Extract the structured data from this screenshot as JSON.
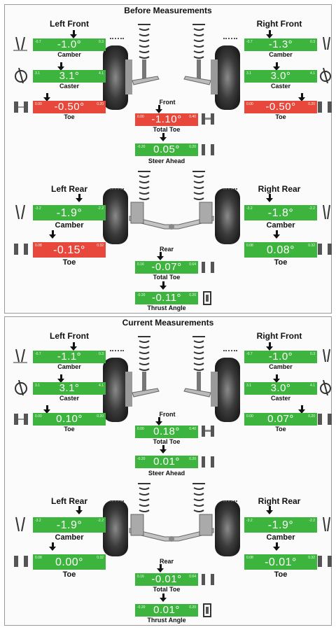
{
  "sections": [
    {
      "title": "Before Measurements",
      "left_front": "Left Front",
      "right_front": "Right Front",
      "left_rear": "Left Rear",
      "right_rear": "Right Rear",
      "front": "Front",
      "rear": "Rear",
      "lf_camber": {
        "label": "Camber",
        "value": "-1.0°",
        "min": "-0.7",
        "max": "0.3",
        "status": "green"
      },
      "lf_caster": {
        "label": "Caster",
        "value": "3.1°",
        "min": "3.1",
        "max": "4.1",
        "status": "green"
      },
      "lf_toe": {
        "label": "Toe",
        "value": "-0.50°",
        "min": "0.00",
        "max": "0.20",
        "status": "red"
      },
      "rf_camber": {
        "label": "Camber",
        "value": "-1.3°",
        "min": "-0.7",
        "max": "0.3",
        "status": "green"
      },
      "rf_caster": {
        "label": "Caster",
        "value": "3.0°",
        "min": "3.1",
        "max": "4.1",
        "status": "green"
      },
      "rf_toe": {
        "label": "Toe",
        "value": "-0.50°",
        "min": "0.00",
        "max": "0.20",
        "status": "red"
      },
      "total_toe_f": {
        "label": "Total Toe",
        "value": "-1.10°",
        "min": "0.00",
        "max": "0.40",
        "status": "red"
      },
      "steer_ahead": {
        "label": "Steer Ahead",
        "value": "0.05°",
        "min": "-0.20",
        "max": "0.20",
        "status": "green"
      },
      "lr_camber": {
        "label": "Camber",
        "value": "-1.9°",
        "min": "-3.2",
        "max": "-2.2",
        "status": "green"
      },
      "lr_toe": {
        "label": "Toe",
        "value": "-0.15°",
        "min": "0.08",
        "max": "0.32",
        "status": "red"
      },
      "rr_camber": {
        "label": "Camber",
        "value": "-1.8°",
        "min": "-3.2",
        "max": "-2.2",
        "status": "green"
      },
      "rr_toe": {
        "label": "Toe",
        "value": "0.08°",
        "min": "0.08",
        "max": "0.32",
        "status": "green"
      },
      "total_toe_r": {
        "label": "Total Toe",
        "value": "-0.07°",
        "min": "0.16",
        "max": "0.64",
        "status": "green"
      },
      "thrust": {
        "label": "Thrust Angle",
        "value": "-0.11°",
        "min": "-0.20",
        "max": "0.20",
        "status": "green"
      }
    },
    {
      "title": "Current Measurements",
      "left_front": "Left Front",
      "right_front": "Right Front",
      "left_rear": "Left Rear",
      "right_rear": "Right Rear",
      "front": "Front",
      "rear": "Rear",
      "lf_camber": {
        "label": "Camber",
        "value": "-1.1°",
        "min": "-0.7",
        "max": "0.3",
        "status": "green"
      },
      "lf_caster": {
        "label": "Caster",
        "value": "3.1°",
        "min": "3.1",
        "max": "4.1",
        "status": "green"
      },
      "lf_toe": {
        "label": "Toe",
        "value": "0.10°",
        "min": "0.00",
        "max": "0.20",
        "status": "green"
      },
      "rf_camber": {
        "label": "Camber",
        "value": "-1.0°",
        "min": "-0.7",
        "max": "0.3",
        "status": "green"
      },
      "rf_caster": {
        "label": "Caster",
        "value": "3.0°",
        "min": "3.1",
        "max": "4.1",
        "status": "green"
      },
      "rf_toe": {
        "label": "Toe",
        "value": "0.07°",
        "min": "0.00",
        "max": "0.20",
        "status": "green"
      },
      "total_toe_f": {
        "label": "Total Toe",
        "value": "0.18°",
        "min": "0.00",
        "max": "0.40",
        "status": "green"
      },
      "steer_ahead": {
        "label": "Steer Ahead",
        "value": "0.01°",
        "min": "-0.20",
        "max": "0.20",
        "status": "green"
      },
      "lr_camber": {
        "label": "Camber",
        "value": "-1.9°",
        "min": "-3.2",
        "max": "-2.2",
        "status": "green"
      },
      "lr_toe": {
        "label": "Toe",
        "value": "0.00°",
        "min": "0.08",
        "max": "0.32",
        "status": "green"
      },
      "rr_camber": {
        "label": "Camber",
        "value": "-1.9°",
        "min": "-3.2",
        "max": "-2.2",
        "status": "green"
      },
      "rr_toe": {
        "label": "Toe",
        "value": "-0.01°",
        "min": "0.08",
        "max": "0.32",
        "status": "green"
      },
      "total_toe_r": {
        "label": "Total Toe",
        "value": "-0.01°",
        "min": "0.16",
        "max": "0.64",
        "status": "green"
      },
      "thrust": {
        "label": "Thrust Angle",
        "value": "0.01°",
        "min": "-0.20",
        "max": "0.20",
        "status": "green"
      }
    }
  ],
  "colors": {
    "green": "#3db43d",
    "red": "#e8473c"
  }
}
